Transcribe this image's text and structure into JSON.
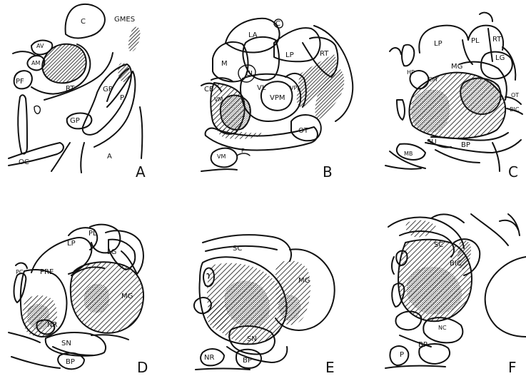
{
  "panels": [
    {
      "letter": "A",
      "labels": {
        "c": "C",
        "gmes": "GMES",
        "av": "AV",
        "am": "AM",
        "pf": "PF",
        "rt": "RT",
        "gp_left": "GP",
        "gp_right": "GP",
        "p": "P",
        "oc": "OC",
        "a": "A"
      }
    },
    {
      "letter": "B",
      "labels": {
        "c": "C",
        "la": "LA",
        "m": "M",
        "lp": "LP",
        "rt": "RT",
        "cl": "CL",
        "ce": "CE",
        "vl": "VL",
        "vpm": "VPM",
        "vpl": "VPL",
        "vm": "VM",
        "ot": "OT",
        "vmh": "VM",
        "f": "F"
      }
    },
    {
      "letter": "C",
      "labels": {
        "lp": "LP",
        "pl": "PL",
        "rt": "RT",
        "lg": "LG",
        "mg": "MG",
        "hp": "HP",
        "cm": "CM",
        "ot": "OT",
        "bic": "BIC",
        "su": "SU",
        "bp": "BP",
        "mb": "MB"
      }
    },
    {
      "letter": "D",
      "labels": {
        "lp": "LP",
        "pl": "PL",
        "lg": "LG",
        "pc": "PC",
        "pre": "PRE",
        "mg": "MG",
        "nr": "NR",
        "sn": "SN",
        "bp": "BP"
      }
    },
    {
      "letter": "E",
      "labels": {
        "sc": "SC",
        "mg": "MG",
        "sn": "SN",
        "nr": "NR",
        "bp": "BP"
      }
    },
    {
      "letter": "F",
      "labels": {
        "sc": "SC",
        "bic": "BIC",
        "bp": "BP",
        "nc": "NC",
        "p": "P"
      }
    }
  ],
  "colors": {
    "ink": "#111111",
    "paper": "#ffffff"
  }
}
